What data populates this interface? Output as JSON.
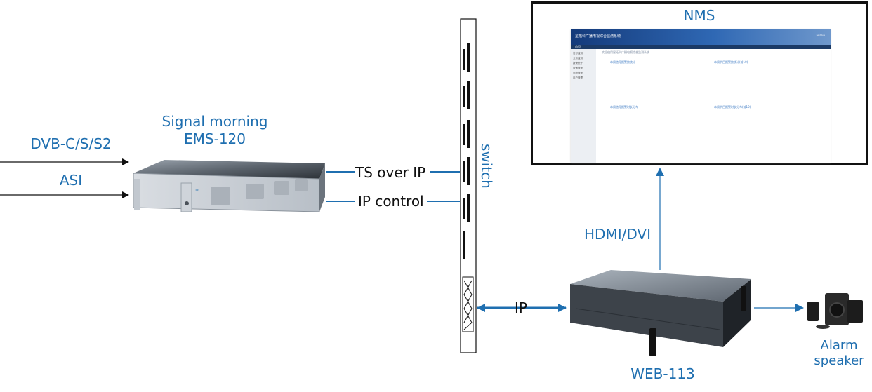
{
  "labels": {
    "input_dvb": "DVB-C/S/S2",
    "input_asi": "ASI",
    "ems_line1": "Signal morning",
    "ems_line2": "EMS-120",
    "ts_over_ip": "TS over IP",
    "ip_control": "IP control",
    "switch": "switch",
    "ip": "IP",
    "nms": "NMS",
    "hdmi_dvi": "HDMI/DVI",
    "web": "WEB-113",
    "alarm_line1": "Alarm",
    "alarm_line2": "speaker"
  },
  "nms_screen": {
    "app_title": "星拓科广播电视综合监测系统",
    "user": "admin",
    "nav_home": "首页",
    "breadcrumb": "欢迎使用星拓科广播电视综合监测系统",
    "sidebar": [
      "信号监测",
      "业务监测",
      "报警统计",
      "设备管理",
      "系统管理",
      "用户管理"
    ],
    "panels": [
      "本周信号报警数统计",
      "本周节目报警数统计(前10)",
      "本周信号报警时长分布",
      "本周节目报警时长分布(前10)"
    ]
  },
  "colors": {
    "label_blue": "#1f6fb0",
    "pie_teal": "#2ec8cc",
    "pie_green": "#cce8a6"
  }
}
